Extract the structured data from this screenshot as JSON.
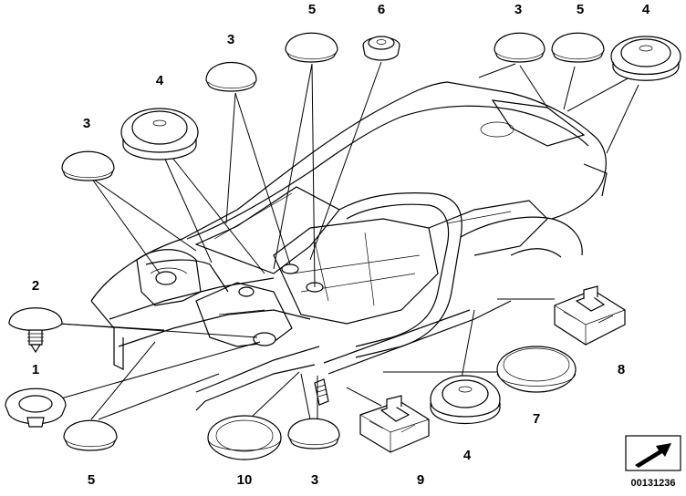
{
  "callouts": [
    {
      "id": "c1",
      "label": "1"
    },
    {
      "id": "c2",
      "label": "2"
    },
    {
      "id": "c3a",
      "label": "3"
    },
    {
      "id": "c3b",
      "label": "3"
    },
    {
      "id": "c3c",
      "label": "3"
    },
    {
      "id": "c3d",
      "label": "3"
    },
    {
      "id": "c4a",
      "label": "4"
    },
    {
      "id": "c4b",
      "label": "4"
    },
    {
      "id": "c4c",
      "label": "4"
    },
    {
      "id": "c5a",
      "label": "5"
    },
    {
      "id": "c5b",
      "label": "5"
    },
    {
      "id": "c5c",
      "label": "5"
    },
    {
      "id": "c6",
      "label": "6"
    },
    {
      "id": "c7",
      "label": "7"
    },
    {
      "id": "c8",
      "label": "8"
    },
    {
      "id": "c9",
      "label": "9"
    },
    {
      "id": "c10",
      "label": "10"
    }
  ],
  "diagram_number": "00131236",
  "icons": {
    "direction_arrow": "direction-arrow-icon"
  }
}
